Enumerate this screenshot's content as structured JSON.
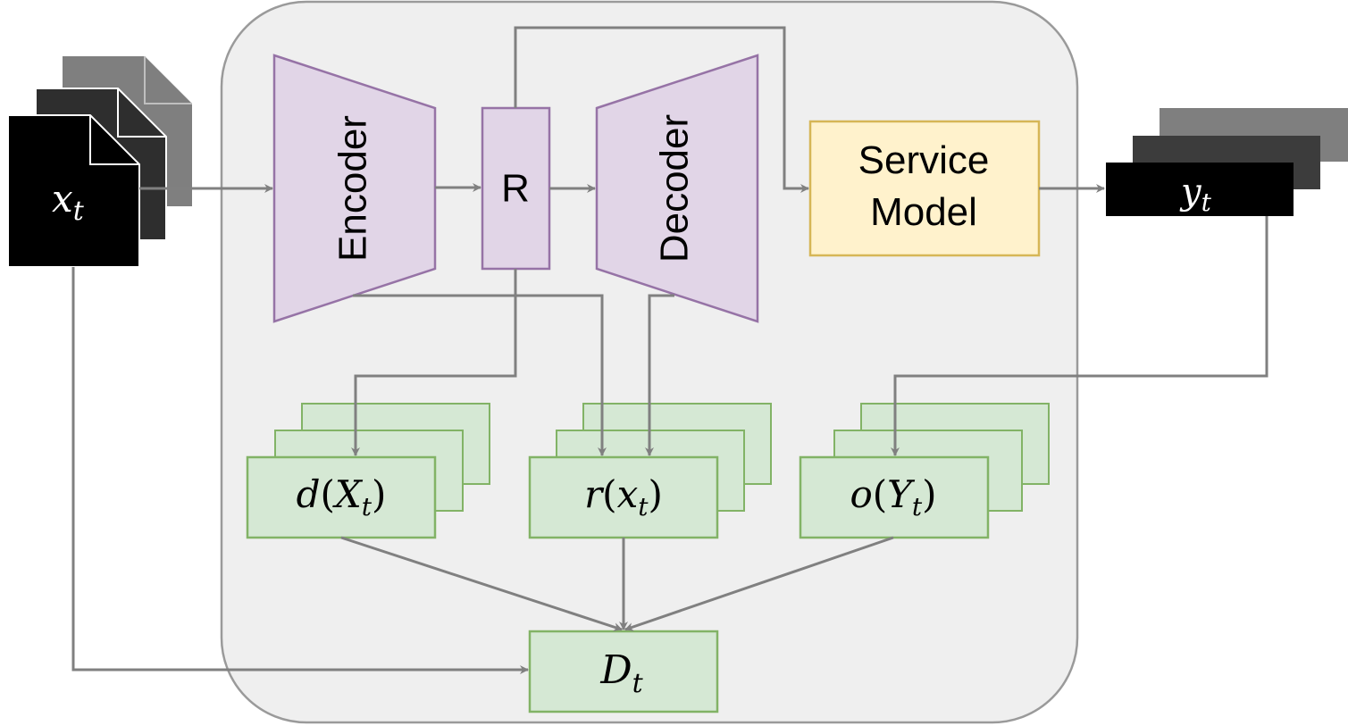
{
  "blocks": {
    "encoder": "Encoder",
    "representation": "R",
    "decoder": "Decoder",
    "service_model": [
      "Service",
      "Model"
    ]
  },
  "io": {
    "input": {
      "var": "x",
      "sub": "t"
    },
    "output": {
      "var": "y",
      "sub": "t"
    }
  },
  "metrics": {
    "d": {
      "fn": "d",
      "var": "X",
      "sub": "t"
    },
    "r": {
      "fn": "r",
      "var": "x",
      "sub": "t"
    },
    "o": {
      "fn": "o",
      "var": "Y",
      "sub": "t"
    }
  },
  "detector": {
    "var": "D",
    "sub": "t"
  },
  "colors": {
    "container_fill": "#efefef",
    "container_stroke": "#9a9a9a",
    "purple_fill": "#e1d5e7",
    "purple_stroke": "#9673a6",
    "yellow_fill": "#fff2cc",
    "yellow_stroke": "#d6b656",
    "green_fill": "#d5e8d4",
    "green_stroke": "#82b366",
    "edge": "#808080"
  }
}
